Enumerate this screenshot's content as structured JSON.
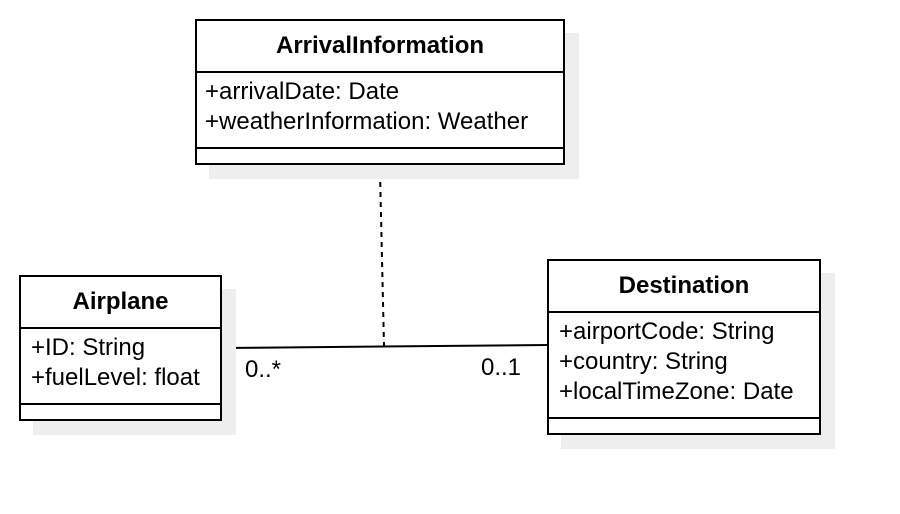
{
  "classes": {
    "arrival": {
      "name": "ArrivalInformation",
      "attributes": [
        "+arrivalDate: Date",
        "+weatherInformation: Weather"
      ]
    },
    "airplane": {
      "name": "Airplane",
      "attributes": [
        "+ID: String",
        "+fuelLevel: float"
      ]
    },
    "destination": {
      "name": "Destination",
      "attributes": [
        "+airportCode: String",
        "+country: String",
        "+localTimeZone: Date"
      ]
    }
  },
  "association": {
    "airplane_multiplicity": "0..*",
    "destination_multiplicity": "0..1"
  }
}
